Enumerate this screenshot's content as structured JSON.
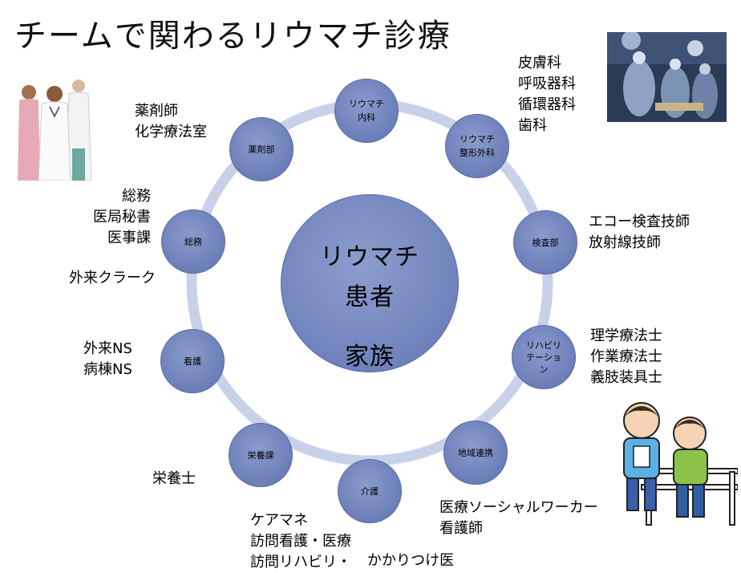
{
  "title": "チームで関わるリウマチ診療",
  "center": {
    "lines": [
      "リウマチ",
      "患者",
      "家族"
    ]
  },
  "nodes": {
    "rheumatology": [
      "リウマチ",
      "内科"
    ],
    "orthopedics": [
      "リウマチ",
      "整形外科"
    ],
    "lab": [
      "検査部"
    ],
    "rehab": [
      "リハビリ",
      "テーショ",
      "ン"
    ],
    "community": [
      "地域連携"
    ],
    "care": [
      "介護"
    ],
    "nutrition": [
      "栄養課"
    ],
    "nursing": [
      "看護"
    ],
    "general_affairs": [
      "総務"
    ],
    "pharmacy": [
      "薬剤部"
    ]
  },
  "labels": {
    "specialties": [
      "皮膚科",
      "呼吸器科",
      "循環器科",
      "歯科"
    ],
    "pharmacy": [
      "薬剤師",
      "化学療法室"
    ],
    "general_affairs": [
      "総務",
      "医局秘書",
      "医事課"
    ],
    "outpatient_clerk": "外来クラーク",
    "lab": [
      "エコー検査技師",
      "放射線技師"
    ],
    "rehab": [
      "理学療法士",
      "作業療法士",
      "義肢装具士"
    ],
    "nursing": [
      "外来NS",
      "病棟NS"
    ],
    "nutrition": "栄養士",
    "community": [
      "医療ソーシャルワーカー",
      "看護師"
    ],
    "care": [
      "ケアマネ",
      "訪問看護・医療",
      "訪問リハビリ・"
    ],
    "family_doctor": "かかりつけ医"
  },
  "colors": {
    "node_fill": "#6f82bb",
    "ring": "#c7cfe6",
    "background": "#ffffff"
  }
}
